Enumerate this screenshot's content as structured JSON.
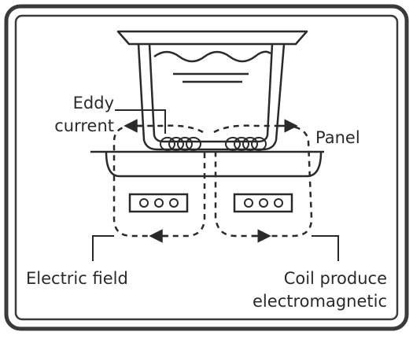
{
  "labels": {
    "eddy_line1": "Eddy",
    "eddy_line2": "current",
    "panel": "Panel",
    "electric_field": "Electric field",
    "coil_line1": "Coil produce",
    "coil_line2": "electromagnetic"
  },
  "colors": {
    "stroke": "#2a2a2a",
    "frame": "#3a3a3a",
    "background": "#ffffff"
  }
}
